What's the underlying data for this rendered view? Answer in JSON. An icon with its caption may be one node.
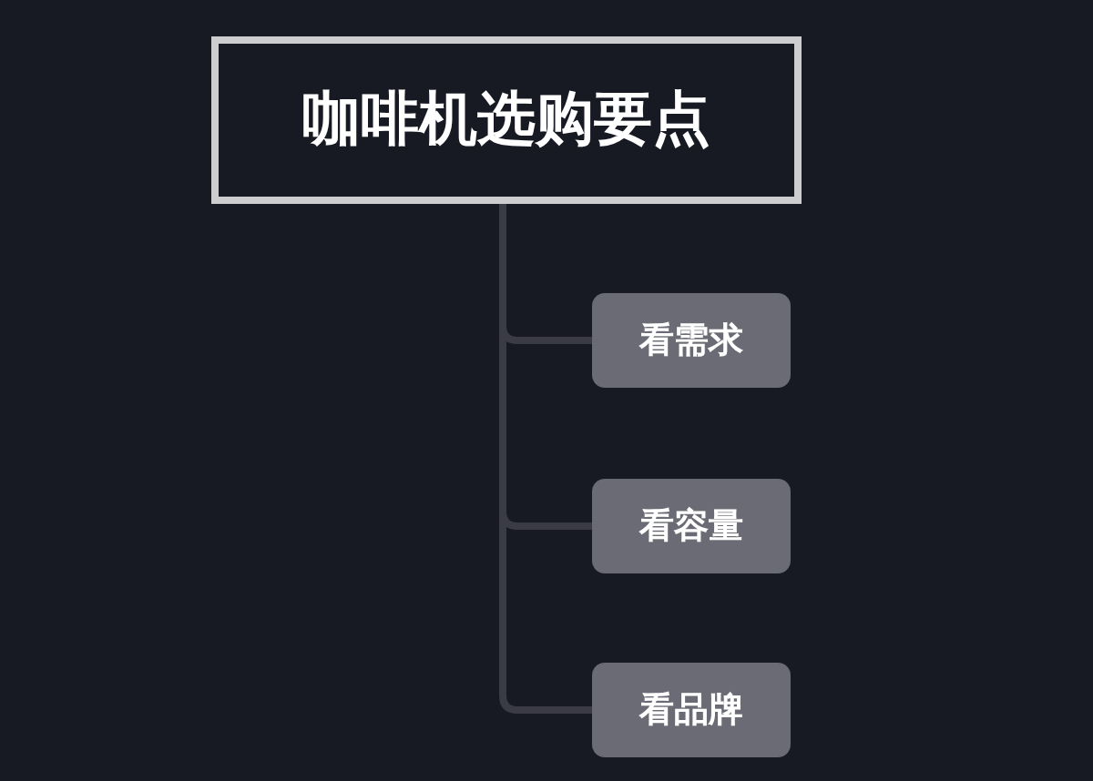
{
  "diagram": {
    "nodes": [
      {
        "text": [
          "咖啡机选购要点"
        ]
      },
      {
        "text": [
          "看需求"
        ]
      },
      {
        "text": [
          "看容量"
        ]
      },
      {
        "text": [
          "看品牌"
        ]
      }
    ],
    "edges": [
      {
        "from": 0,
        "to": 1,
        "arrow": "none"
      },
      {
        "from": 0,
        "to": 2,
        "arrow": "none"
      },
      {
        "from": 0,
        "to": 3,
        "arrow": "none"
      }
    ]
  }
}
